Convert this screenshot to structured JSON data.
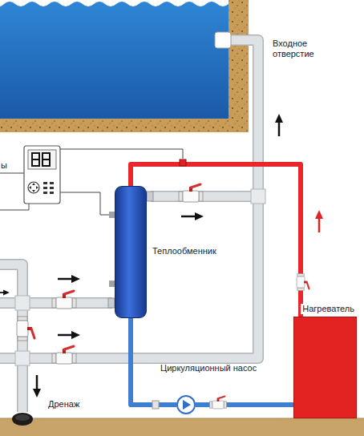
{
  "diagram": {
    "nodes": [
      {
        "text": [
          "Теплообменник"
        ]
      },
      {
        "text": [
          "Нагреватель"
        ]
      },
      {
        "text": [
          "Циркуляционный насос"
        ]
      }
    ],
    "edges": [
      {
        "from": 1,
        "to": 0,
        "arrow": "none"
      },
      {
        "from": 0,
        "to": 2,
        "arrow": "none"
      },
      {
        "from": 2,
        "to": 1,
        "arrow": "none"
      }
    ],
    "labels": [
      "Входное отверстие",
      "ы",
      "Дренаж"
    ]
  }
}
